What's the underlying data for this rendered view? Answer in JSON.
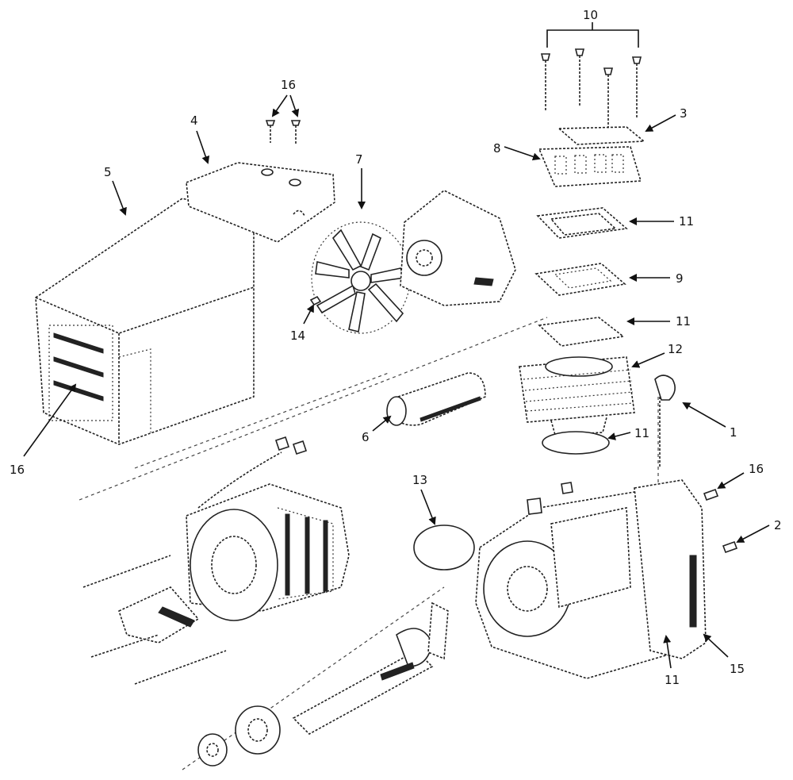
{
  "callouts": {
    "c10": "10",
    "c3": "3",
    "c8": "8",
    "c16a": "16",
    "c4": "4",
    "c5": "5",
    "c7": "7",
    "c11a": "11",
    "c9": "9",
    "c11b": "11",
    "c14": "14",
    "c12": "12",
    "c1": "1",
    "c6": "6",
    "c11c": "11",
    "c16b": "16",
    "c16c": "16",
    "c2": "2",
    "c13": "13",
    "c11d": "11",
    "c15": "15"
  }
}
